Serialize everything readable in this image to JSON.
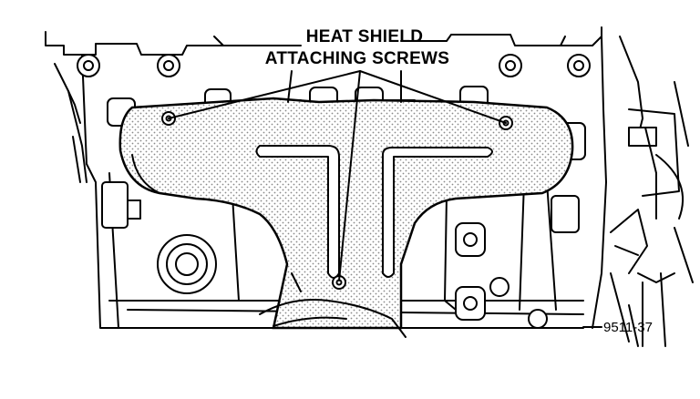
{
  "callout": {
    "line1": "HEAT SHIELD",
    "line2": "ATTACHING SCREWS"
  },
  "figure_number": "9511-37",
  "colors": {
    "ink": "#000000",
    "paper": "#ffffff",
    "shield_stipple": "#9a9a9a"
  }
}
